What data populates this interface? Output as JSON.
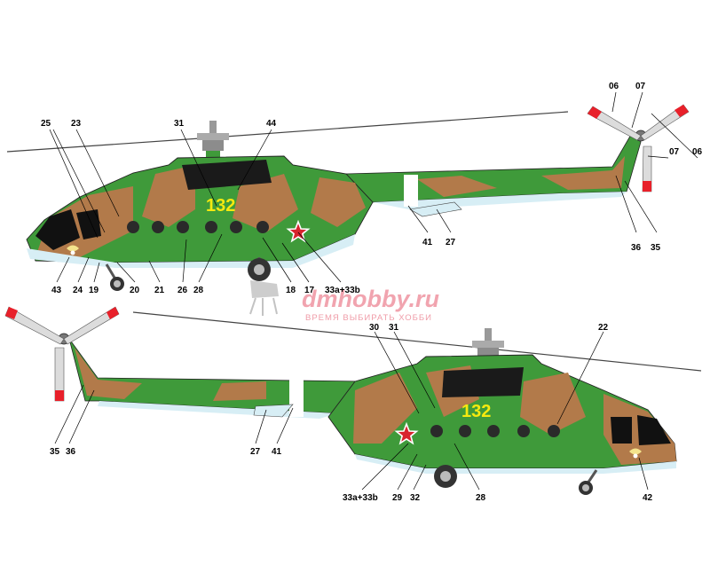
{
  "tail_number": "132",
  "watermark": {
    "brand": "dmhobby.ru",
    "slogan": "ВРЕМЯ ВЫБИРАТЬ ХОББИ"
  },
  "colors": {
    "green": "#3f9a3a",
    "brown": "#b27a4a",
    "belly": "#d7eef5",
    "number": "#f5e90f",
    "star_red": "#d8242e",
    "rotor_tip": "#e8202a",
    "rotor_blade": "#dcdcdc"
  },
  "top_callouts": [
    "25",
    "23",
    "31",
    "44",
    "06",
    "07",
    "07",
    "06",
    "41",
    "27",
    "36",
    "35",
    "43",
    "24",
    "19",
    "20",
    "21",
    "26",
    "28",
    "18",
    "17",
    "33a+33b"
  ],
  "bottom_callouts": [
    "30",
    "31",
    "22",
    "35",
    "36",
    "27",
    "41",
    "33a+33b",
    "29",
    "32",
    "28",
    "42"
  ]
}
